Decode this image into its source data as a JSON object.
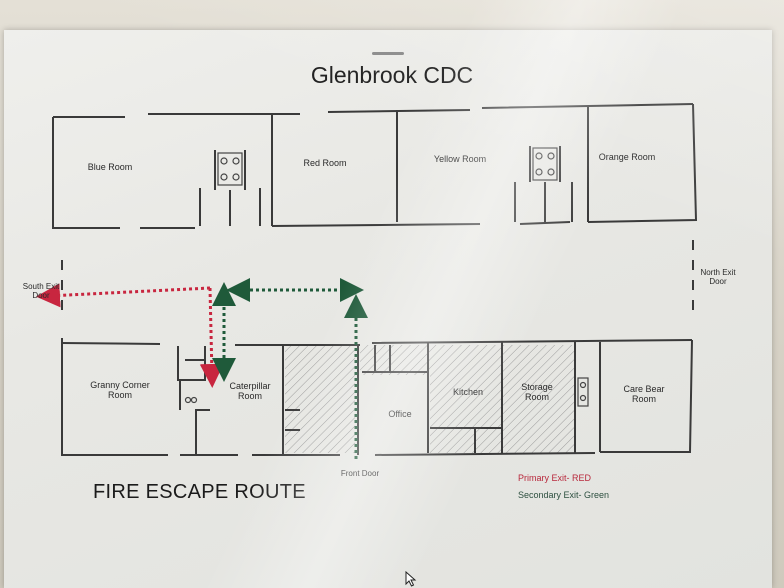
{
  "title": "Glenbrook CDC",
  "rooms": {
    "blue": "Blue Room",
    "red": "Red Room",
    "yellow": "Yellow Room",
    "orange": "Orange Room",
    "granny": "Granny Corner\nRoom",
    "caterpillar": "Caterpillar\nRoom",
    "office": "Office",
    "kitchen": "Kitchen",
    "storage": "Storage\nRoom",
    "carebear": "Care Bear\nRoom"
  },
  "doors": {
    "south": "South Exit\nDoor",
    "north": "North Exit\nDoor",
    "front": "Front Door"
  },
  "route_title": "FIRE ESCAPE ROUTE",
  "legend": {
    "primary": "Primary Exit-  RED",
    "secondary": "Secondary Exit- Green"
  },
  "colors": {
    "primary_route": "#c8263f",
    "secondary_route": "#1f5a3a",
    "walls": "#3a3a3a"
  },
  "icons": {
    "cursor": "mouse-pointer-icon"
  }
}
